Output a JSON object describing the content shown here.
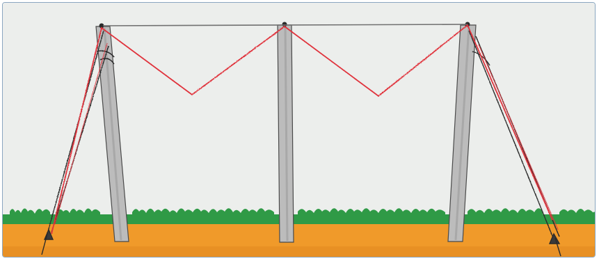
{
  "colors": {
    "sky": "#eceeec",
    "grass": "#2f9a46",
    "grass_dark": "#237a37",
    "soil": "#f09a2a",
    "soil_dark": "#d97f1c",
    "pole": "#b9b9b9",
    "pole_edge": "#4a4a4a",
    "red_wire": "#e0303a",
    "black_wire": "#2a2a2a",
    "grey_wire": "#707070",
    "frame": "#8aa6c0"
  },
  "poles": [
    "left-pole",
    "middle-pole",
    "right-pole"
  ]
}
